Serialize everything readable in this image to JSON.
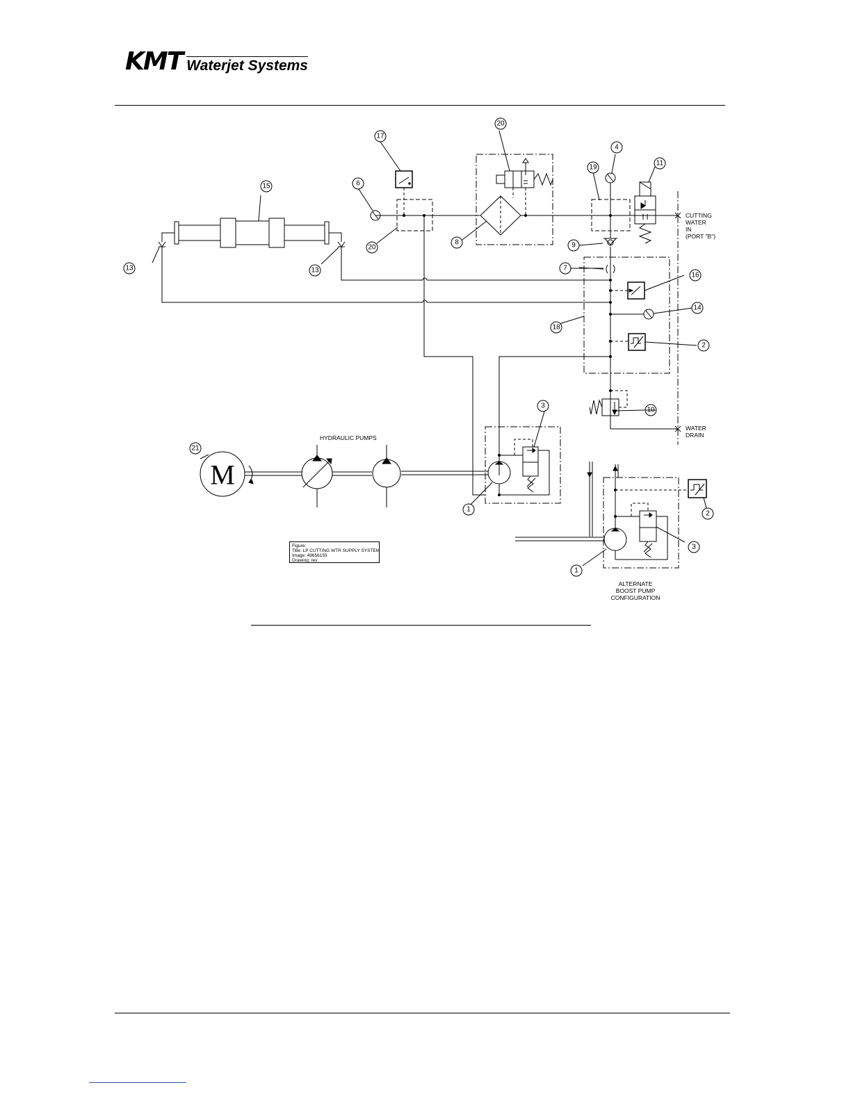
{
  "header": {
    "logo_mark": "KMT",
    "logo_text": "Waterjet Systems"
  },
  "labels": {
    "cutting_water_in": [
      "CUTTING",
      "WATER",
      "IN",
      "(PORT \"B\")"
    ],
    "water_drain": [
      "WATER",
      "DRAIN"
    ],
    "hydraulic_pumps": "HYDRAULIC PUMPS",
    "alternate": [
      "ALTERNATE",
      "BOOST PUMP",
      "CONFIGURATION"
    ],
    "motor": "M"
  },
  "callouts": [
    "1",
    "1",
    "2",
    "2",
    "3",
    "3",
    "4",
    "6",
    "7",
    "8",
    "9",
    "10",
    "11",
    "13",
    "13",
    "14",
    "15",
    "16",
    "17",
    "18",
    "19",
    "20",
    "20",
    "21"
  ],
  "caption_box": {
    "line1": "Figure:",
    "line2": "Title:   LP CUTTING WTR SUPPLY SYSTEM",
    "line3": "Image:   49656155",
    "line4": "Drawing:                    rev"
  }
}
